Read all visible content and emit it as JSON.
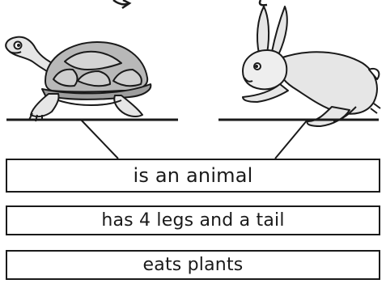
{
  "diagram": {
    "animals": [
      {
        "id": "tortoise",
        "icon": "tortoise-icon"
      },
      {
        "id": "hare",
        "icon": "hare-icon"
      }
    ],
    "shared_traits": [
      "is an animal",
      "has 4 legs and a tail",
      "eats plants"
    ],
    "colors": {
      "ink": "#1a1a1a",
      "shell_fill": "#b8b8b8",
      "body_fill": "#e6e6e6"
    }
  }
}
